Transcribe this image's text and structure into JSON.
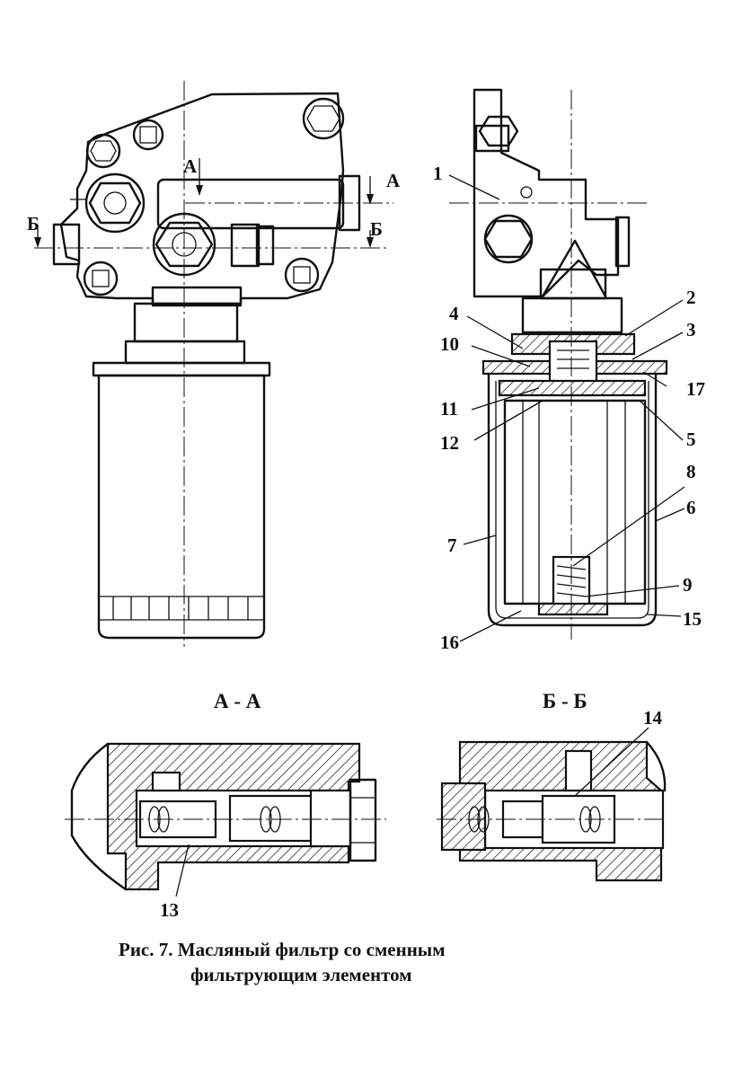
{
  "figure": {
    "caption_line1": "Рис. 7. Масляный фильтр со сменным",
    "caption_line2": "фильтрующим элементом"
  },
  "section_marks": {
    "a": "А",
    "b": "Б"
  },
  "section_titles": {
    "a_a": "А - А",
    "b_b": "Б - Б"
  },
  "callouts": [
    "1",
    "2",
    "3",
    "4",
    "5",
    "6",
    "7",
    "8",
    "9",
    "10",
    "11",
    "12",
    "13",
    "14",
    "15",
    "16",
    "17"
  ],
  "colors": {
    "ink": "#111111",
    "paper": "#ffffff"
  }
}
